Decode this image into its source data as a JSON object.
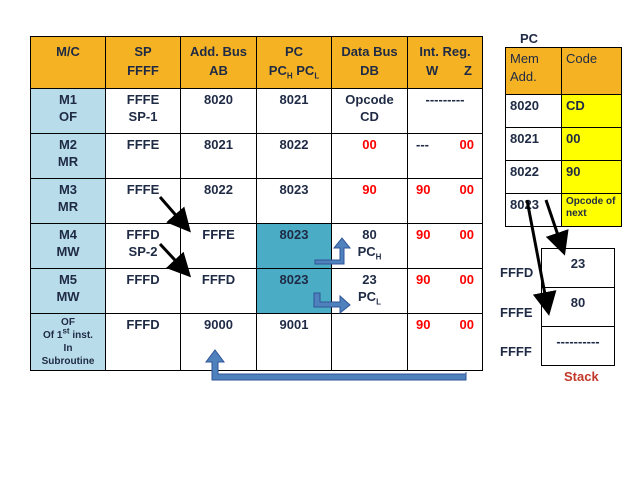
{
  "header": {
    "mc": "M/C",
    "sp": "SP",
    "sp_val": "FFFF",
    "addbus": "Add. Bus",
    "addbus_val": "AB",
    "pc": "PC",
    "pch": "PC",
    "pch_sub": "H",
    "pcl": "PC",
    "pcl_sub": "L",
    "databus": "Data Bus",
    "databus_val": "DB",
    "intreg": "Int. Reg.",
    "w": "W",
    "z": "Z"
  },
  "rows": [
    {
      "mc1": "M1",
      "mc2": "OF",
      "sp1": "FFFE",
      "sp2": "SP-1",
      "ab": "8020",
      "pc": "8021",
      "db1": "Opcode",
      "db2": "CD",
      "reg": "---------"
    },
    {
      "mc1": "M2",
      "mc2": "MR",
      "sp1": "FFFE",
      "ab": "8021",
      "pc": "8022",
      "db1": "00",
      "w": "---",
      "z": "00"
    },
    {
      "mc1": "M3",
      "mc2": "MR",
      "sp1": "FFFE",
      "ab": "8022",
      "pc": "8023",
      "db1": "90",
      "w": "90",
      "z": "00"
    },
    {
      "mc1": "M4",
      "mc2": "MW",
      "sp1": "FFFD",
      "sp2": "SP-2",
      "ab": "FFFE",
      "pc": "8023",
      "db1": "80",
      "db2": "PC",
      "db2_sub": "H",
      "w": "90",
      "z": "00"
    },
    {
      "mc1": "M5",
      "mc2": "MW",
      "sp1": "FFFD",
      "ab": "FFFD",
      "pc": "8023",
      "db1": "23",
      "db2": "PC",
      "db2_sub": "L",
      "w": "90",
      "z": "00"
    },
    {
      "mc1": "OF",
      "mc2a": "Of 1",
      "mc2_sup": "st",
      "mc2b": " inst.",
      "mc3": "In",
      "mc4": "Subroutine",
      "sp1": "FFFD",
      "ab": "9000",
      "pc": "9001",
      "w": "90",
      "z": "00"
    }
  ],
  "memory": {
    "title": "PC",
    "col1": "Mem Add.",
    "col2": "Code",
    "rows": [
      {
        "addr": "8020",
        "code": "CD"
      },
      {
        "addr": "8021",
        "code": "00"
      },
      {
        "addr": "8022",
        "code": "90"
      },
      {
        "addr": "8023",
        "code": "Opcode of next"
      }
    ]
  },
  "stack": {
    "title": "Stack",
    "cells": [
      "23",
      "80",
      "----------"
    ],
    "addrs": [
      "FFFD",
      "FFFE",
      "FFFF"
    ]
  },
  "colors": {
    "header": "#f5b324",
    "mc_cell": "#b8dcea",
    "highlight": "#4bacc6",
    "code_cell": "#ffff00",
    "red_text": "#ff0000",
    "arrow": "#4f81bd"
  }
}
